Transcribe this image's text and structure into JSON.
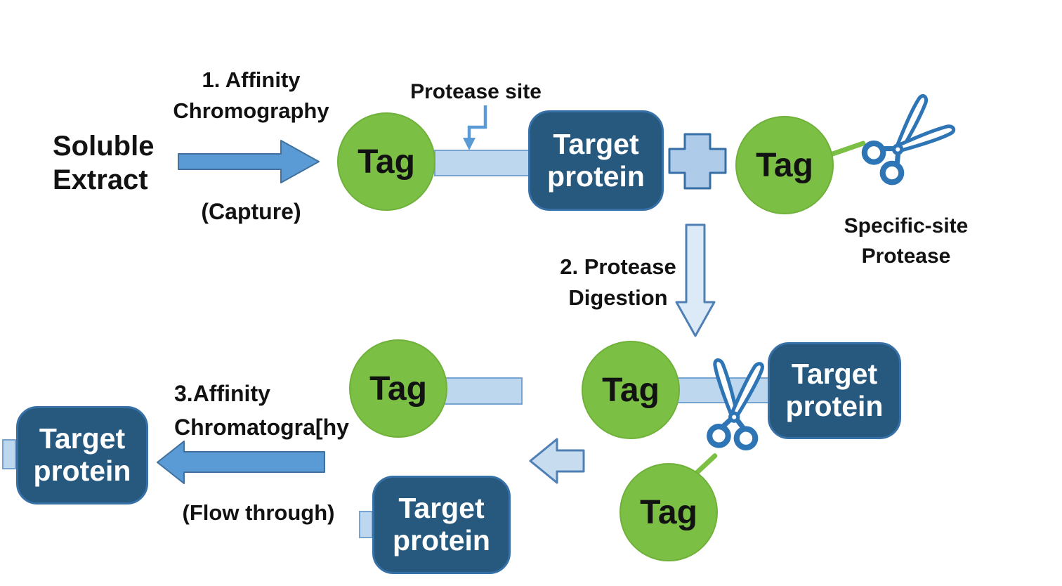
{
  "colors": {
    "background": "#FFFFFF",
    "text_color": "#121212",
    "green_fill": "#7BBF44",
    "green_stroke": "#6FB13A",
    "dark_box_fill": "#27597F",
    "dark_box_stroke": "#3670A6",
    "solid_arrow_fill": "#5B9BD5",
    "solid_arrow_stroke": "#41719C",
    "linker_fill": "#BDD7EE",
    "linker_stroke": "#76A3D0",
    "hollow_arrow_fill": "#DCE9F6",
    "hollow_arrow_dark_fill": "#C8DCF0",
    "hollow_arrow_stroke": "#4E7FB5",
    "plus_fill": "#AECBEA",
    "plus_stroke": "#356FA5",
    "scissors_stroke": "#2E75B6"
  },
  "labels": {
    "soluble_extract": "Soluble\nExtract",
    "step1_title": "1. Affinity\nChromography",
    "step1_note": "(Capture)",
    "protease_site": "Protease site",
    "tag": "Tag",
    "target_protein": "Target\nprotein",
    "specific_site_protease": "Specific-site\nProtease",
    "step2_title": "2. Protease\nDigestion",
    "step3_title": "3.Affinity\nChromatogra[hy",
    "step3_note": "(Flow through)"
  }
}
